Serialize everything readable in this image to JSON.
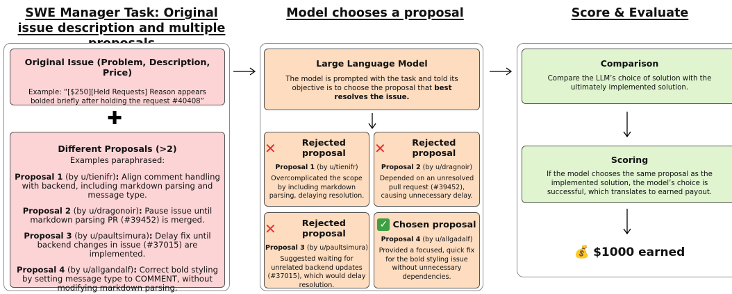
{
  "titles": {
    "col1_bold": "SWE Manager Task:",
    "col1_rest": " Original issue description and multiple proposals",
    "col2": "Model chooses a proposal",
    "col3": "Score & Evaluate"
  },
  "original_issue": {
    "title": "Original Issue (Problem, Description, Price)",
    "example": "Example: “[$250][Held Requests] Reason appears bolded briefly after holding the request #40408”"
  },
  "plus_symbol": "✚",
  "proposals_box": {
    "title": "Different Proposals (>2)",
    "subtitle": "Examples paraphrased:",
    "items": [
      {
        "label": "Proposal 1",
        "author": " (by u/tienifr)",
        "sep": ":",
        "text": "  Align comment handling with backend, including markdown parsing and message type."
      },
      {
        "label": "Proposal 2",
        "author": " (by u/dragonoir)",
        "sep": ":",
        "text": " Pause issue until markdown parsing PR (#39452) is merged."
      },
      {
        "label": "Proposal 3",
        "author": " (by u/paultsimura)",
        "sep": ":",
        "text": " Delay fix until backend changes in issue (#37015) are implemented."
      },
      {
        "label": "Proposal 4",
        "author": " (by u/allgandalf)",
        "sep": ":",
        "text": " Correct bold styling by setting message type to COMMENT, without modifying markdown parsing."
      }
    ]
  },
  "llm_box": {
    "title": "Large Language Model",
    "text_plain": "The model is prompted with the task and told its objective is to choose the proposal that ",
    "text_bold": "best resolves the issue."
  },
  "proposal_cards": [
    {
      "status": "Rejected proposal",
      "icon": "cross-mark-icon",
      "name": "Proposal 1",
      "author": " (by u/tienifr)",
      "text": "Overcomplicated the scope by including markdown parsing, delaying resolution."
    },
    {
      "status": "Rejected proposal",
      "icon": "cross-mark-icon",
      "name": "Proposal 2",
      "author": " (by u/dragnoir)",
      "text": "Depended on an unresolved pull request (#39452), causing unnecessary delay."
    },
    {
      "status": "Rejected proposal",
      "icon": "cross-mark-icon",
      "name": "Proposal 3",
      "author": " (by u/paultsimura)",
      "text": "Suggested waiting for unrelated backend updates (#37015), which would delay resolution."
    },
    {
      "status": "Chosen proposal",
      "icon": "check-mark-icon",
      "name": "Proposal 4",
      "author": " (by u/allgadalf)",
      "text": "Provided a focused, quick fix for the bold styling issue without unnecessary dependencies."
    }
  ],
  "comparison": {
    "title": "Comparison",
    "text": "Compare the LLM’s choice of solution with the ultimately implemented solution."
  },
  "scoring": {
    "title": "Scoring",
    "text": "If the model chooses the same proposal as the implemented solution, the model’s choice is successful, which translates to earned payout."
  },
  "earned": {
    "icon": "💰",
    "text": "$1000 earned"
  },
  "colors": {
    "pink": "#fcd4d6",
    "peach": "#fddcbf",
    "green": "#dff4cf",
    "reject": "#e03131",
    "accept": "#3ea043"
  }
}
